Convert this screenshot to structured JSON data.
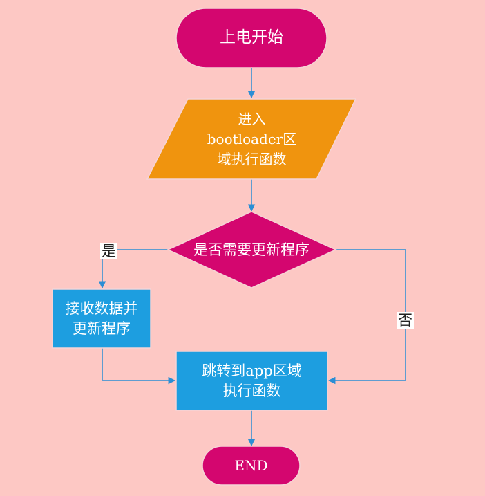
{
  "colors": {
    "background": "#fdc8c4",
    "terminal": "#d4066f",
    "io": "#f0940e",
    "decision": "#d4066f",
    "process": "#1d9ee0",
    "connector": "#2b8ed4"
  },
  "nodes": {
    "start": {
      "shape": "terminal",
      "text": "上电开始"
    },
    "enter_bootloader": {
      "shape": "parallelogram",
      "text": "进入\nbootloader区\n域执行函数"
    },
    "decision": {
      "shape": "diamond",
      "text": "是否需要更新程序"
    },
    "receive_update": {
      "shape": "rectangle",
      "text": "接收数据并\n更新程序"
    },
    "jump_app": {
      "shape": "rectangle",
      "text": "跳转到app区域\n执行函数"
    },
    "end": {
      "shape": "terminal",
      "text": "END"
    }
  },
  "edges": {
    "yes_label": "是",
    "no_label": "否"
  }
}
